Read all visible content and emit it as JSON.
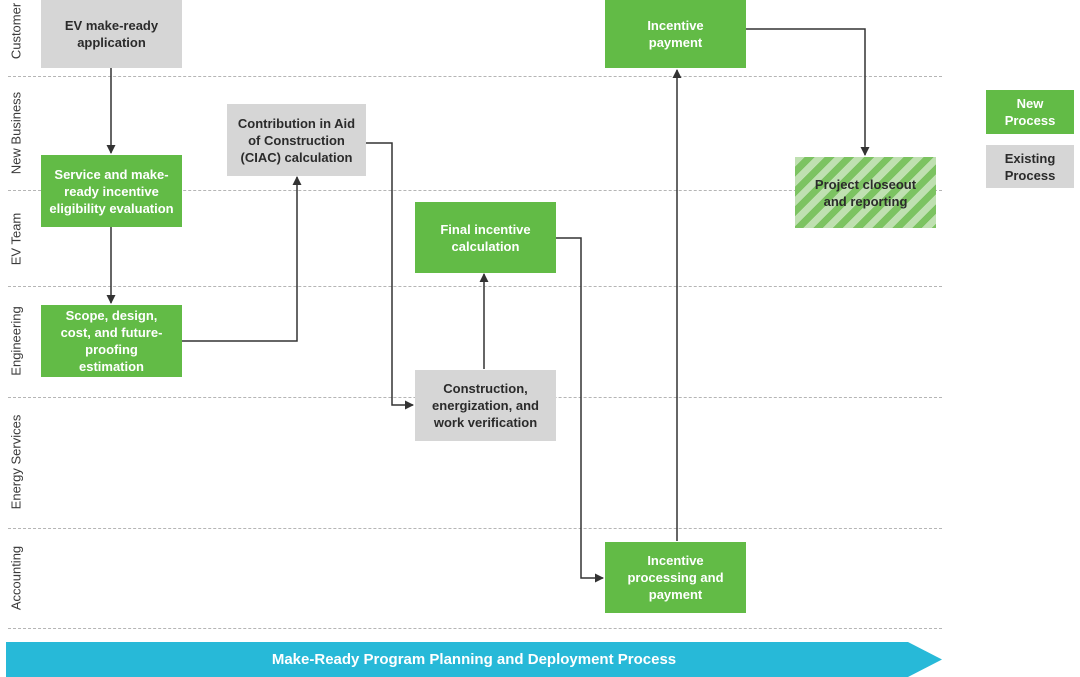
{
  "lanes": [
    "Customer",
    "New Business",
    "EV Team",
    "Engineering",
    "Energy Services",
    "Accounting"
  ],
  "nodes": {
    "ev_application": "EV make-ready application",
    "service_eligibility": "Service and make-ready incentive eligibility evaluation",
    "scope_design": "Scope, design, cost, and future-proofing estimation",
    "ciac_calculation": "Contribution in Aid of Construction (CIAC) calculation",
    "construction": "Construction, energization, and work verification",
    "final_incentive": "Final incentive calculation",
    "incentive_processing": "Incentive processing and payment",
    "incentive_payment": "Incentive payment",
    "project_closeout": "Project closeout and reporting"
  },
  "legend": {
    "new": "New Process",
    "existing": "Existing Process"
  },
  "banner": "Make-Ready Program Planning and Deployment Process",
  "colors": {
    "new_process": "#62bb46",
    "existing_process": "#d6d6d6",
    "banner": "#27b9d8",
    "connector": "#333333"
  }
}
